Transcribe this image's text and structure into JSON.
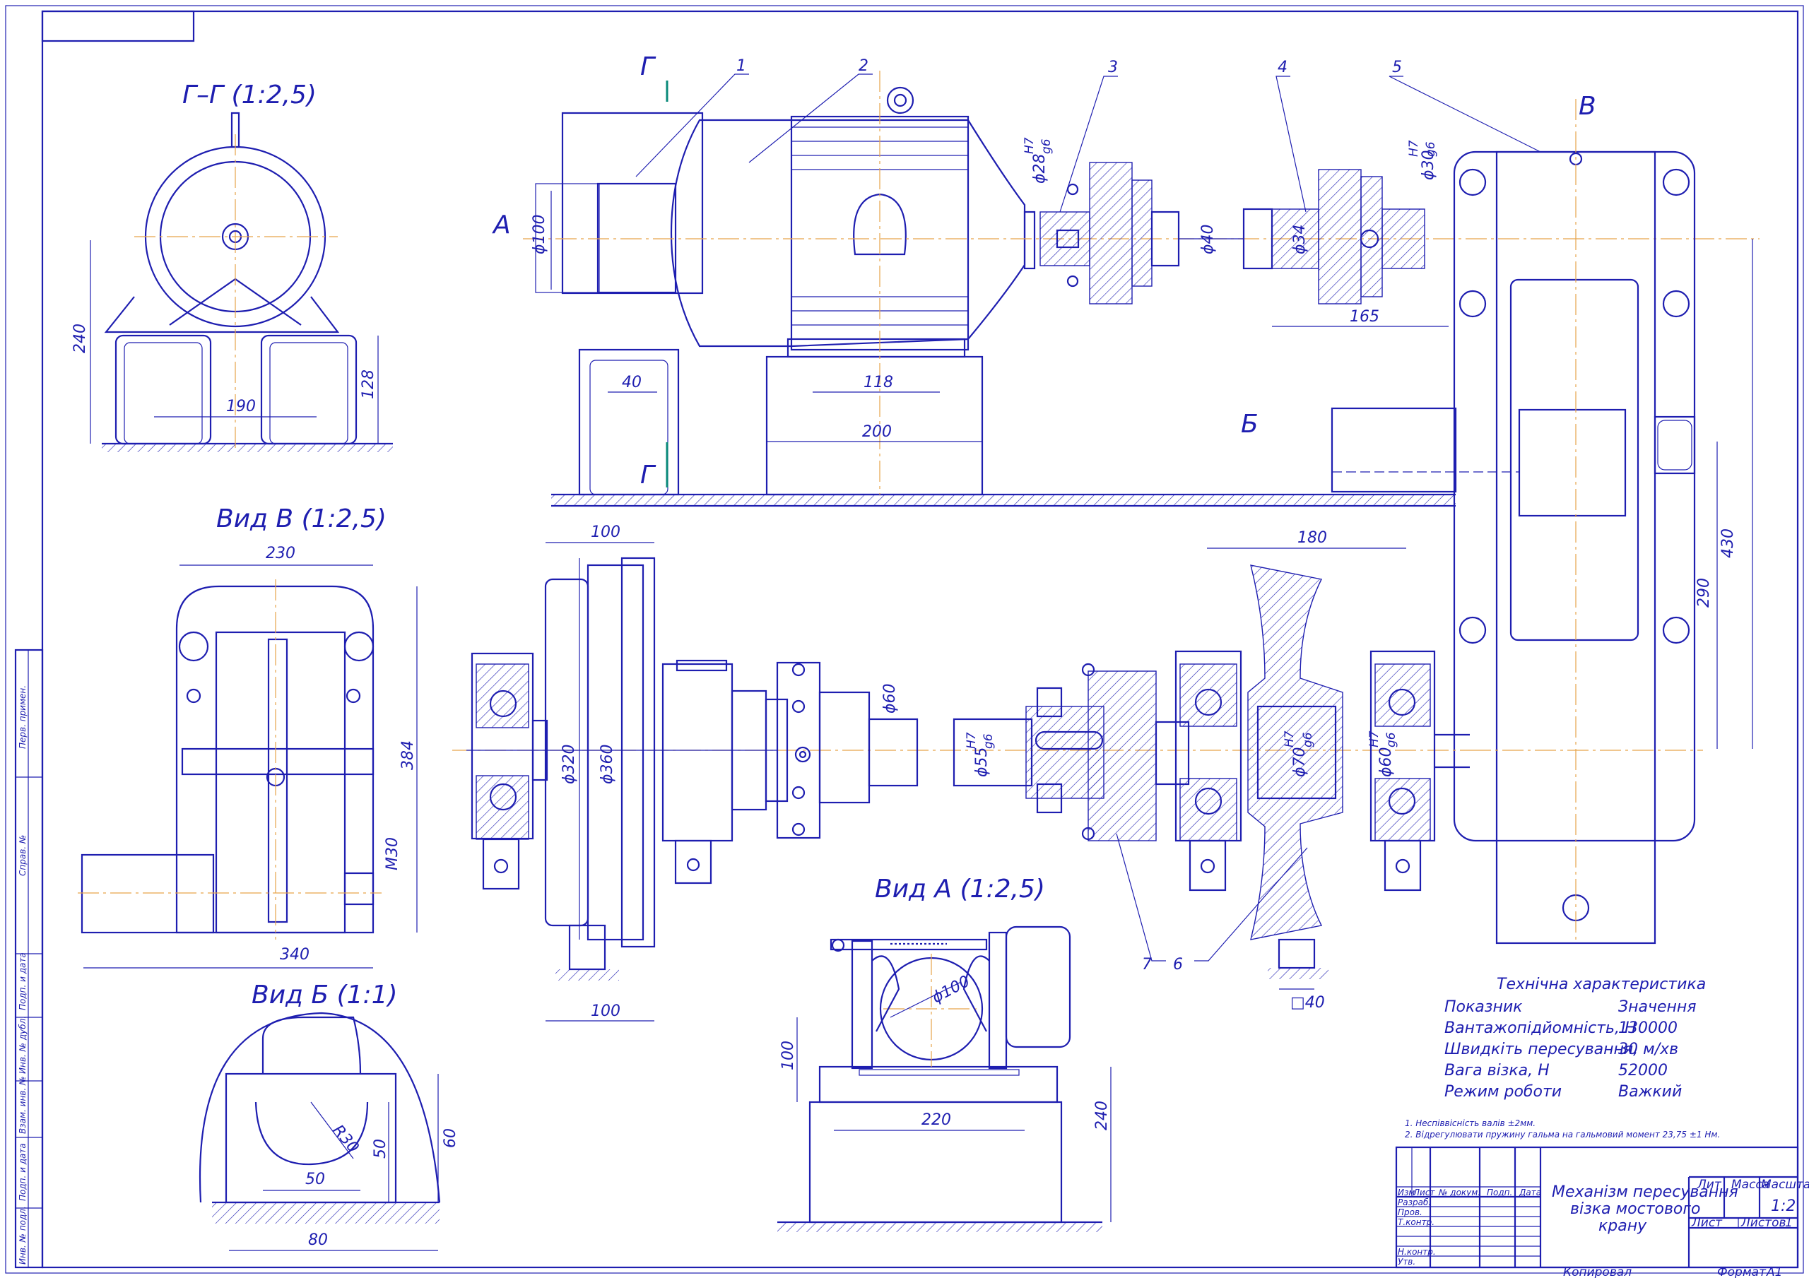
{
  "views": {
    "section_g": "Г–Г (1:2,5)",
    "view_v": "Вид В (1:2,5)",
    "view_b": "Вид Б (1:1)",
    "view_a": "Вид А (1:2,5)"
  },
  "section_marks": {
    "g_top": "Г",
    "g_bottom": "Г",
    "a": "А",
    "b": "Б",
    "v": "В"
  },
  "positions": [
    "1",
    "2",
    "3",
    "4",
    "5",
    "6",
    "7"
  ],
  "dims": {
    "d100": "ϕ100",
    "d28": "ϕ28",
    "d40": "ϕ40",
    "d34": "ϕ34",
    "d30": "ϕ30",
    "fit_h7": "H7",
    "fit_g6": "g6",
    "l165": "165",
    "l40": "40",
    "l118": "118",
    "l200": "200",
    "g_240": "240",
    "g_190": "190",
    "g_128": "128",
    "v_230": "230",
    "v_384": "384",
    "v_m30": "M30",
    "v_340": "340",
    "b_r30": "R30",
    "b_50h": "50",
    "b_50v": "50",
    "b_60": "60",
    "b_80": "80",
    "w_100top": "100",
    "w_320": "ϕ320",
    "w_360": "ϕ360",
    "w_100bot": "100",
    "w_60": "ϕ60",
    "w_55": "ϕ55",
    "w_180": "180",
    "w_70": "ϕ70",
    "w_60b": "ϕ60",
    "w_sq40": "□40",
    "r_430": "430",
    "r_290": "290",
    "a_100d": "ϕ100",
    "a_100": "100",
    "a_220": "220",
    "a_240": "240"
  },
  "tech": {
    "title": "Технічна характеристика",
    "head": [
      "Показник",
      "Значення"
    ],
    "rows": [
      [
        "Вантажопідйомність, Н",
        "130000"
      ],
      [
        "Швидкіть пересування, м/хв",
        "30"
      ],
      [
        "Вага візка, Н",
        "52000"
      ],
      [
        "Режим роботи",
        "Важкий"
      ]
    ],
    "notes": [
      "1. Неспіввісність валів ±2мм.",
      "2. Відрегулювати пружину гальма на гальмовий момент 23,75 ±1 Нм."
    ]
  },
  "title_block": {
    "name": [
      "Механізм пересування",
      "візка мостового",
      "крану"
    ],
    "cols": [
      "Изм",
      "Лист",
      "№ докум.",
      "Подп.",
      "Дата"
    ],
    "roles": [
      "Разраб.",
      "Пров.",
      "Т.контр.",
      "",
      "Н.контр.",
      "Утв."
    ],
    "lit": "Лит",
    "mass": "Масса",
    "scale_label": "Масштаб",
    "scale": "1:2",
    "sheet": "Лист",
    "sheets": "Листов",
    "sheets_n": "1",
    "copied": "Копировал",
    "format": "Формат",
    "format_v": "А1"
  },
  "side_stamps": [
    "Перв. примен.",
    "Справ. №",
    "Подп. и дата",
    "Инв. № дубл.",
    "Взам. инв. №",
    "Подп. и дата",
    "Инв. № подл."
  ]
}
